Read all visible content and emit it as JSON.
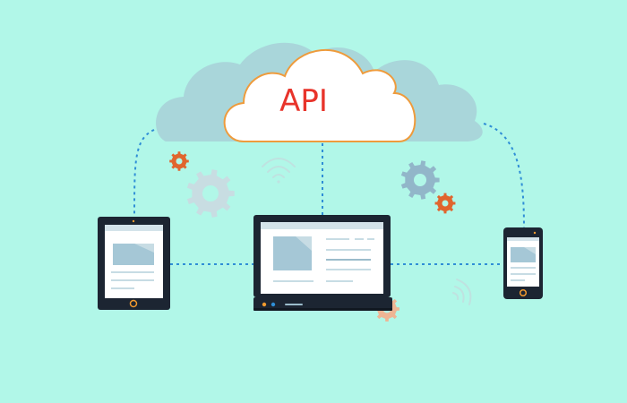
{
  "cloud": {
    "label": "API"
  },
  "colors": {
    "background": "#b1f7e8",
    "back_cloud": "#a9d6da",
    "cloud_fill": "#ffffff",
    "cloud_outline": "#ee9b3c",
    "api_text": "#e8342b",
    "connector": "#2f8ed6",
    "device_frame": "#1c2532",
    "device_frame_dark": "#111821",
    "screen": "#ffffff",
    "screen_header": "#d4e3ea",
    "image_placeholder": "#a5c7d6",
    "text_line": "#c7dce4",
    "text_line_dark": "#9bbccb",
    "gear_orange": "#e0652e",
    "gear_blue": "#92b6c9",
    "gear_peach": "#eeb594",
    "gear_light": "#c8dde2",
    "wifi": "#bfe2e0",
    "home_button": "#f29a2e"
  },
  "devices": [
    {
      "name": "tablet",
      "icon": "tablet-icon"
    },
    {
      "name": "laptop",
      "icon": "laptop-icon"
    },
    {
      "name": "phone",
      "icon": "phone-icon"
    }
  ],
  "decorations": [
    {
      "icon": "gear-icon",
      "color": "gear_orange"
    },
    {
      "icon": "gear-icon",
      "color": "gear_light"
    },
    {
      "icon": "gear-icon",
      "color": "gear_blue"
    },
    {
      "icon": "gear-icon",
      "color": "gear_orange"
    },
    {
      "icon": "gear-icon",
      "color": "gear_peach"
    },
    {
      "icon": "wifi-icon",
      "color": "wifi"
    },
    {
      "icon": "wifi-icon",
      "color": "wifi"
    }
  ]
}
